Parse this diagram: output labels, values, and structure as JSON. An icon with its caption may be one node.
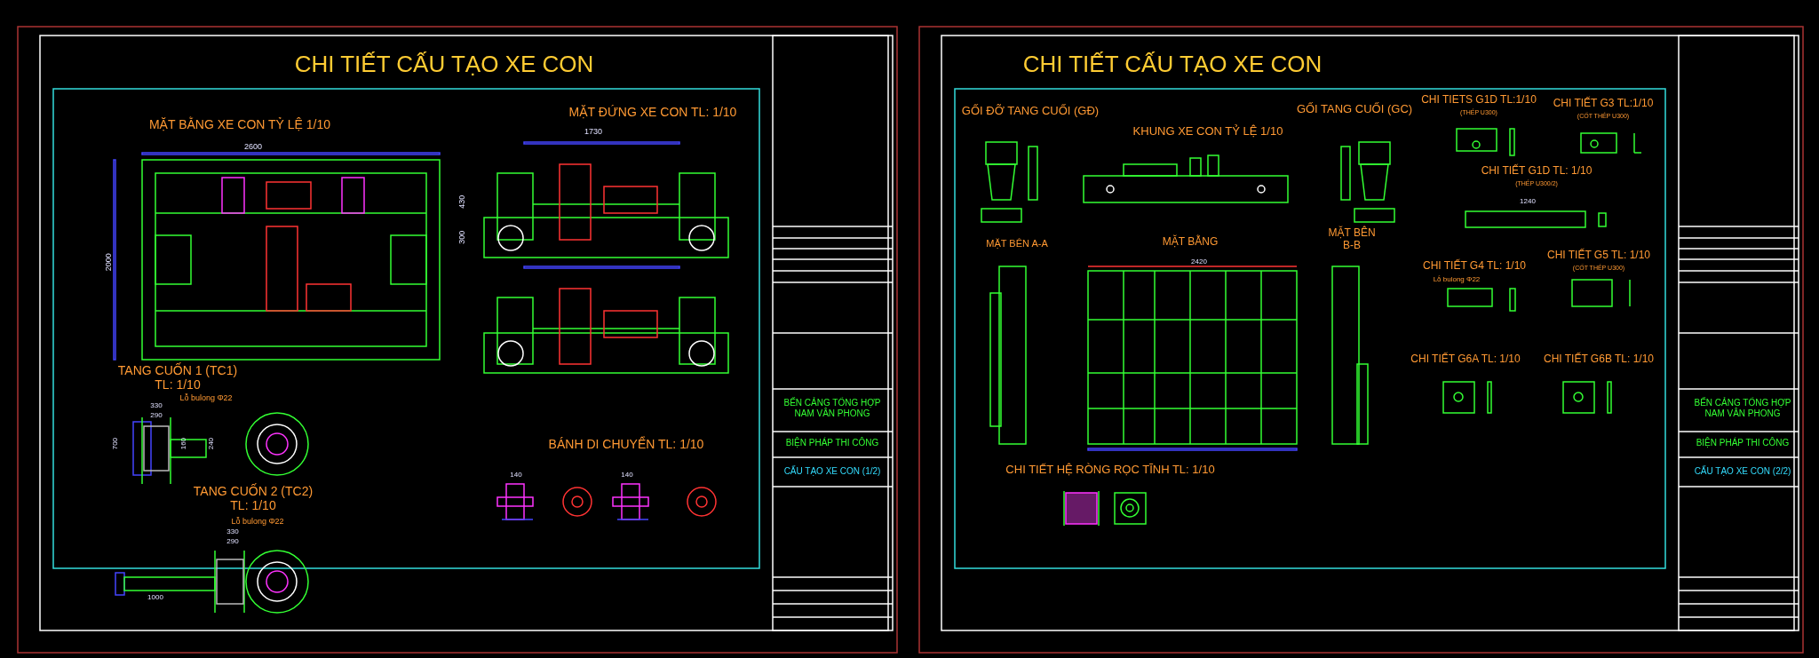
{
  "diagram": {
    "labels": [
      "CHI TIẾT CẤU TẠO XE CON",
      "MẶT BẰNG XE CON TỶ LỆ 1/10",
      "MẶT ĐỨNG XE CON TL: 1/10",
      "2600",
      "1730",
      "2000",
      "430",
      "300",
      "TANG CUỐN 1 (TC1) TL: 1/10",
      "Lỗ bulong Φ22",
      "330",
      "290",
      "700",
      "160",
      "240",
      "TANG CUỐN 2 (TC2) TL: 1/10",
      "Lỗ bulong Φ22",
      "330",
      "290",
      "1000",
      "BÁNH DI CHUYỂN TL: 1/10",
      "140",
      "140",
      "BẾN CẢNG TỔNG HỢP NAM VÂN PHONG",
      "BIỆN PHÁP THI CÔNG",
      "CẤU TẠO XE CON (1/2)",
      "CHI TIẾT CẤU TẠO XE CON",
      "GỐI ĐỠ TANG CUỐI (GĐ)",
      "KHUNG XE CON TỶ LỆ 1/10",
      "GỐI TANG CUỐI (GC)",
      "CHI TIETS G1D TL:1/10",
      "(THÉP U300)",
      "CHI TIẾT G3 TL:1/10",
      "(CỐT THÉP U300)",
      "CHI TIẾT G1D TL: 1/10",
      "(THÉP U300/2)",
      "1240",
      "MẶT BÊN A-A",
      "MẶT BẰNG",
      "MẶT BÊN B-B",
      "2420",
      "CHI TIẾT G4 TL: 1/10",
      "Lỗ bulong Φ22",
      "CHI TIẾT G5 TL: 1/10",
      "(CỐT THÉP U300)",
      "CHI TIẾT G6A TL: 1/10",
      "CHI TIẾT G6B TL: 1/10",
      "CHI TIẾT HỆ RÒNG RỌC TĨNH TL: 1/10",
      "BẾN CẢNG TỔNG HỢP NAM VÂN PHONG",
      "BIỆN PHÁP THI CÔNG",
      "CẤU TẠO XE CON (2/2)"
    ]
  }
}
